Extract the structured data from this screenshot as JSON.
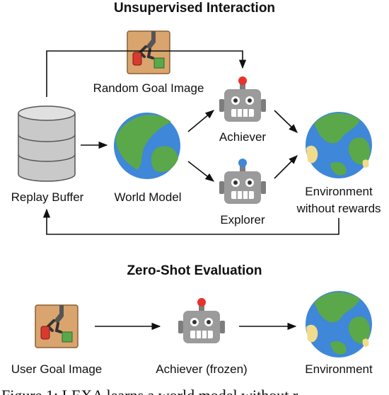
{
  "titles": {
    "unsupervised": "Unsupervised Interaction",
    "zero_shot": "Zero-Shot Evaluation"
  },
  "labels": {
    "random_goal_image": "Random Goal Image",
    "replay_buffer": "Replay Buffer",
    "world_model": "World Model",
    "achiever": "Achiever",
    "explorer": "Explorer",
    "environment_line1": "Environment",
    "environment_line2": "without rewards",
    "user_goal_image": "User Goal Image",
    "achiever_frozen": "Achiever (frozen)",
    "environment": "Environment"
  },
  "caption": "Figure 1: LEXA learns a world model without r",
  "colors": {
    "achiever_antenna": "#e8322c",
    "explorer_antenna": "#3f87d8",
    "ocean": "#3f87d8",
    "land": "#5aa84a",
    "sand": "#f0dc8c",
    "goal_tile": "#d9a46e",
    "robot_body": "#9b9b9b"
  }
}
